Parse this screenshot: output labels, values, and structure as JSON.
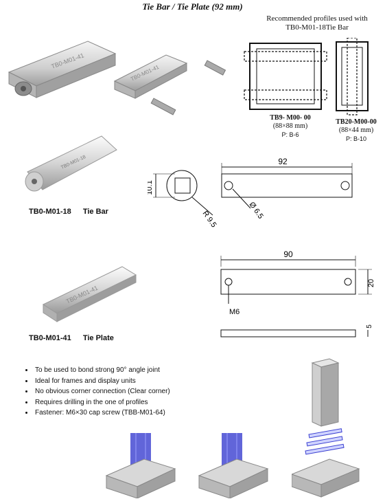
{
  "title": "Tie Bar / Tie Plate (92 mm)",
  "recommended": {
    "line1": "Recommended profiles used with",
    "line2": "TB0-M01-18Tie Bar"
  },
  "profiles": [
    {
      "code": "TB9- M00- 00",
      "size": "(88×88 mm)",
      "page": "P: B-6"
    },
    {
      "code": "TB20-M00-00",
      "size": "(88×44 mm)",
      "page": "P: B-10"
    }
  ],
  "products": {
    "tie_bar": {
      "code": "TB0-M01-18",
      "name": "Tie Bar",
      "engraving": "TB0-M01-41",
      "engraving_small": "TB0-M01-18"
    },
    "tie_plate": {
      "code": "TB0-M01-41",
      "name": "Tie Plate",
      "engraving": "TB0-M01-41"
    }
  },
  "dims": {
    "bar_length": "92",
    "bar_height": "10.1",
    "bar_radius": "R 9.5",
    "bar_hole": "Ø 6.5",
    "plate_length": "90",
    "plate_width": "20",
    "plate_hole": "M6",
    "plate_thickness": "5"
  },
  "features": [
    "To be used to bond strong 90° angle joint",
    "Ideal for frames and display units",
    "No obvious corner connection (Clear corner)",
    "Requires drilling in the one of profiles",
    "Fastener: M6×30  cap screw (TBB-M01-64)"
  ],
  "colors": {
    "accent_blue": "#3a3fd0",
    "metal": "#c8c8c8"
  }
}
